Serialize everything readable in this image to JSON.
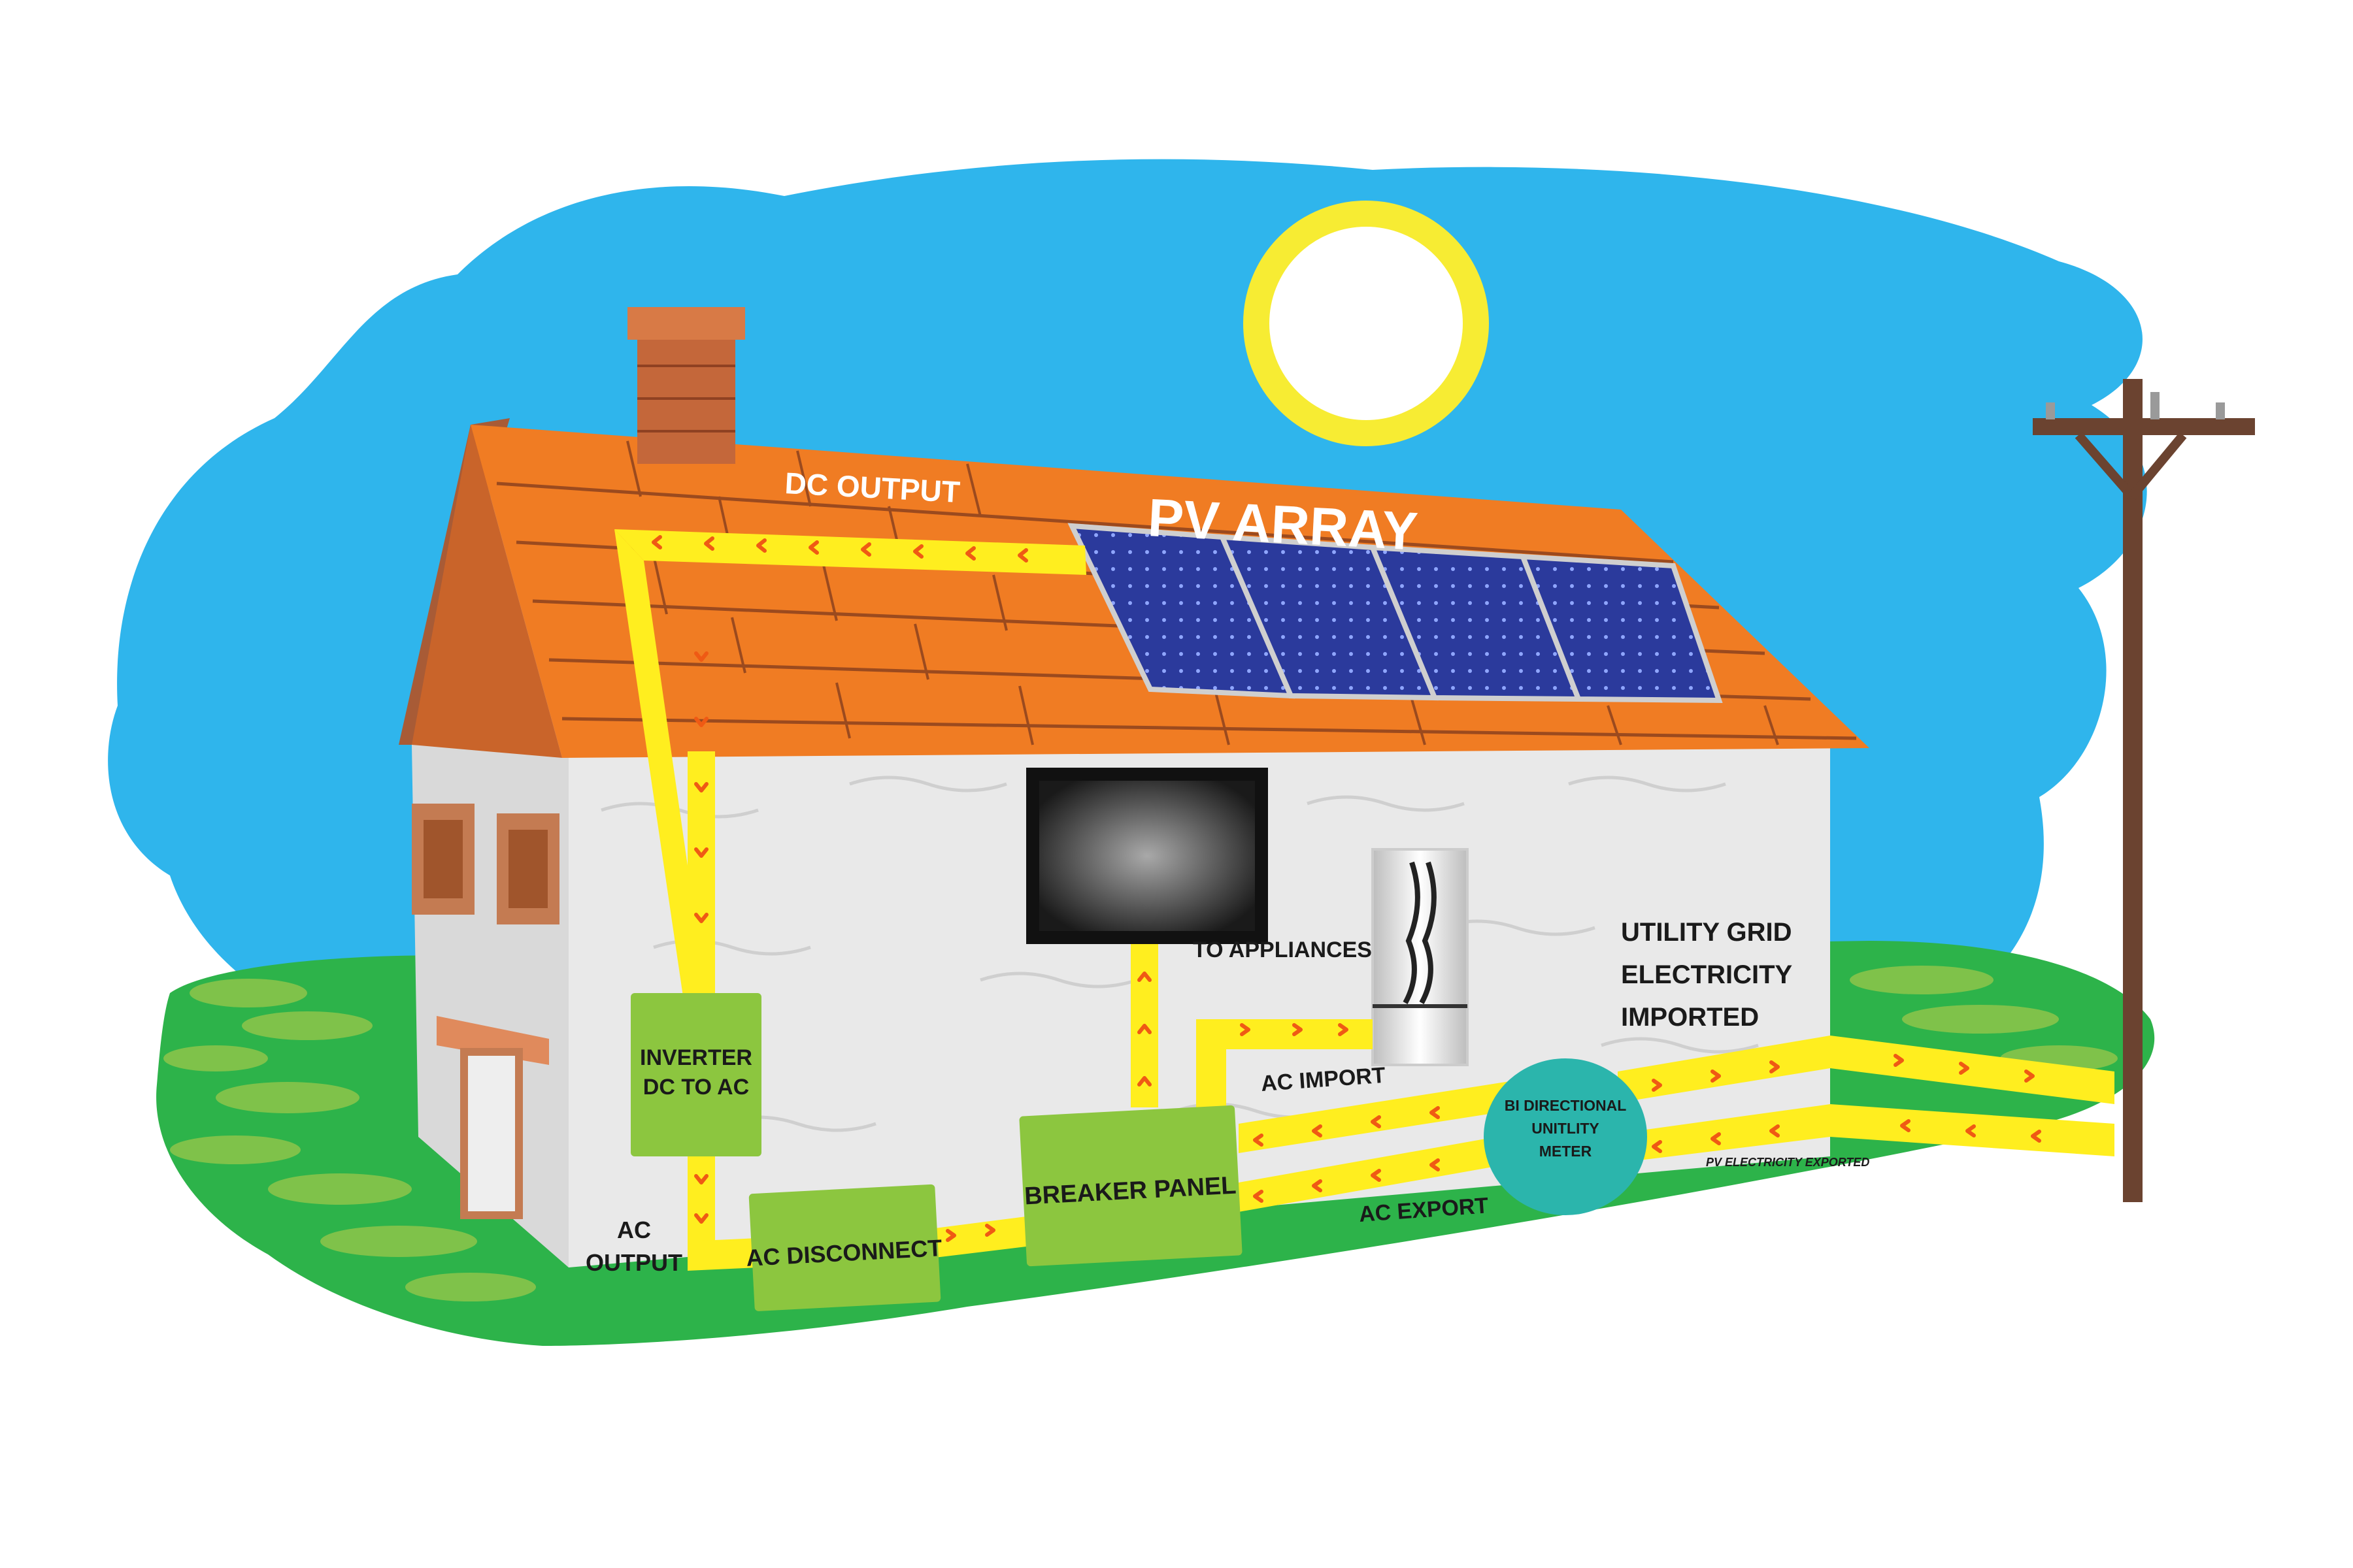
{
  "labels": {
    "pv_array": "PV ARRAY",
    "dc_output": "DC OUTPUT",
    "inverter_line1": "INVERTER",
    "inverter_line2": "DC TO AC",
    "ac_output_line1": "AC",
    "ac_output_line2": "OUTPUT",
    "ac_disconnect": "AC DISCONNECT",
    "breaker_panel": "BREAKER PANEL",
    "to_appliances": "TO APPLIANCES",
    "ac_import": "AC IMPORT",
    "ac_export": "AC EXPORT",
    "meter_line1": "BI DIRECTIONAL",
    "meter_line2": "UNITLITY",
    "meter_line3": "METER",
    "utility_line1": "UTILITY GRID",
    "utility_line2": "ELECTRICITY",
    "utility_line3": "IMPORTED",
    "pv_exported": "PV ELECTRICITY EXPORTED"
  },
  "colors": {
    "sky": "#2fb5ec",
    "grass": "#2db34a",
    "roof": "#f07c23",
    "wall": "#e9e9e9",
    "wire": "#ffee1f",
    "arrow": "#ef5a14",
    "box": "#8cc63f",
    "meter": "#2bb5ac",
    "sun": "#f7ec33",
    "panel": "#2b3a9c",
    "pole": "#6b4330"
  },
  "icons": [
    "sun-icon",
    "pv-panel-icon",
    "tv-icon",
    "refrigerator-icon",
    "utility-pole-icon",
    "chimney-icon"
  ]
}
